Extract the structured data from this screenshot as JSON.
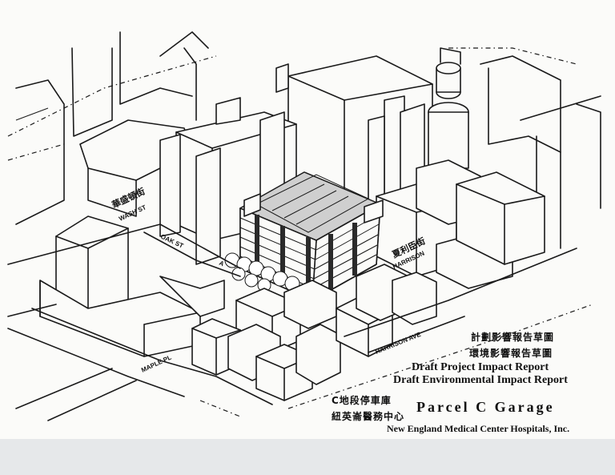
{
  "streets": {
    "washington_cn": "華盛頓街",
    "washington_en": "WASH ST",
    "oak": "OAK ST",
    "harrison_cn": "夏利臣街",
    "harrison_en": "HARRISON",
    "harrison_ave": "HARRISON AVE",
    "maple": "MAPLE PL",
    "partial_a": "A"
  },
  "title_block": {
    "project_impact_cn": "計劃影響報告草圖",
    "environmental_impact_cn": "環境影響報告草圖",
    "project_impact_en": "Draft Project Impact Report",
    "environmental_impact_en": "Draft Environmental Impact Report",
    "parcel_cn": "C地段停車庫",
    "parcel_en": "Parcel C Garage",
    "hospital_cn": "紐英崙醫務中心",
    "hospital_en": "New England Medical Center Hospitals, Inc."
  }
}
